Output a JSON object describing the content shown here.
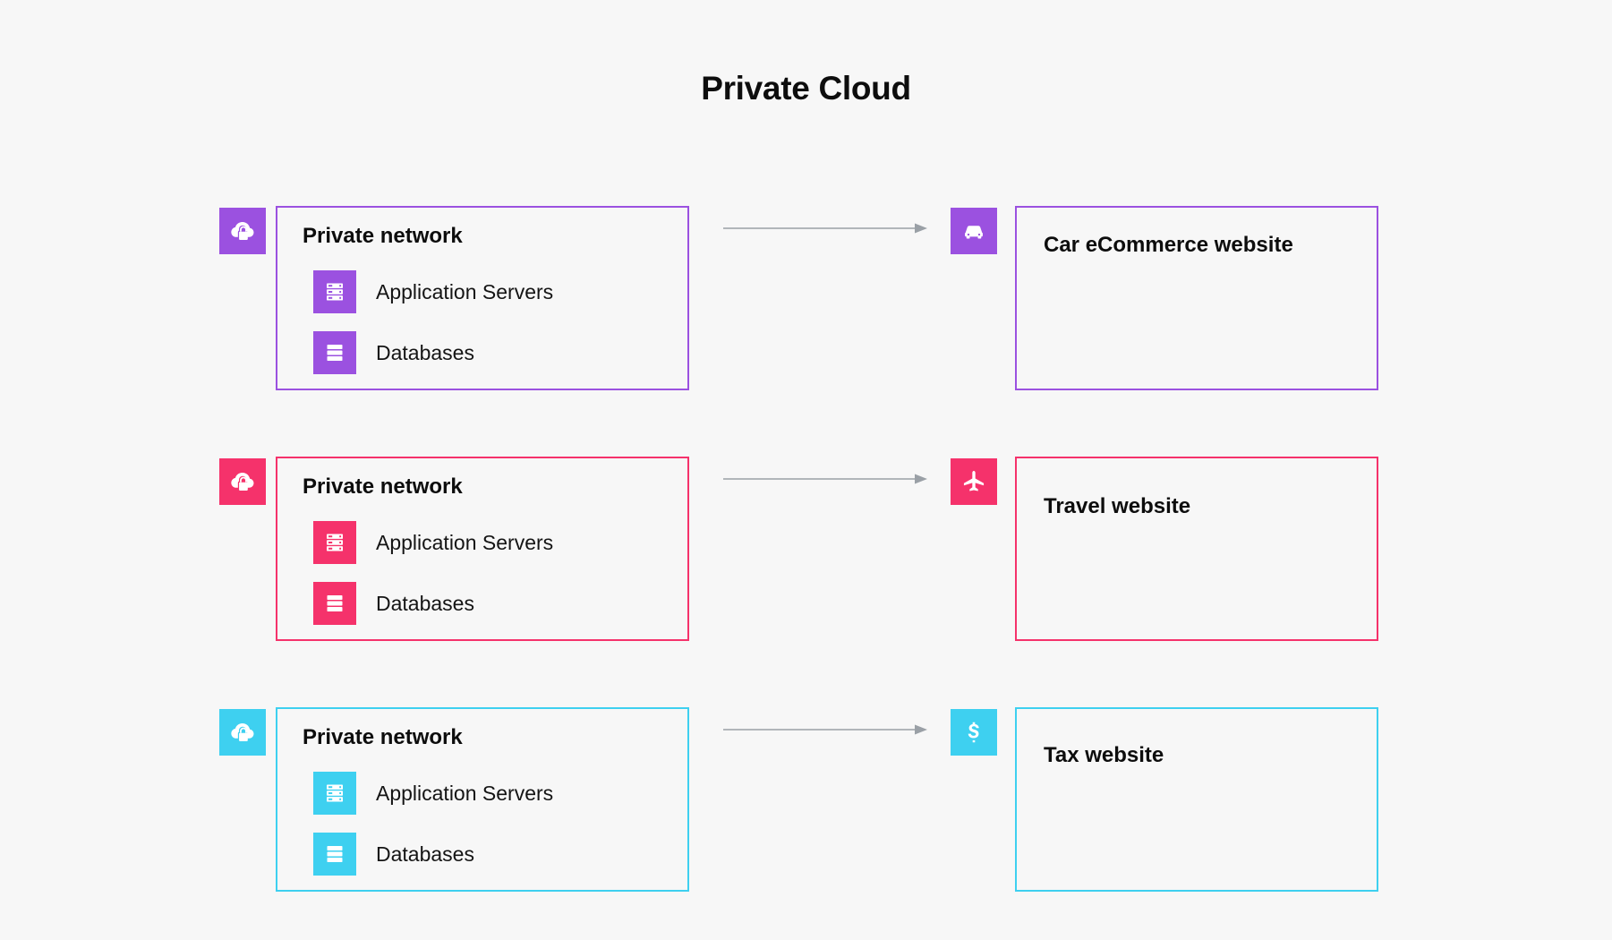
{
  "title": "Private Cloud",
  "background_color": "#f7f7f7",
  "arrow": {
    "color": "#9aa0a6",
    "icon": "arrow-right-icon"
  },
  "rows": [
    {
      "color": "#9b51e0",
      "network": {
        "title": "Private network",
        "badge_icon": "cloud-lock-icon",
        "items": [
          {
            "label": "Application Servers",
            "icon": "server-rack-icon"
          },
          {
            "label": "Databases",
            "icon": "database-stack-icon"
          }
        ]
      },
      "site": {
        "title": "Car eCommerce website",
        "badge_icon": "car-icon"
      }
    },
    {
      "color": "#f5326b",
      "network": {
        "title": "Private network",
        "badge_icon": "cloud-lock-icon",
        "items": [
          {
            "label": "Application Servers",
            "icon": "server-rack-icon"
          },
          {
            "label": "Databases",
            "icon": "database-stack-icon"
          }
        ]
      },
      "site": {
        "title": "Travel website",
        "badge_icon": "airplane-icon"
      }
    },
    {
      "color": "#3ed0f0",
      "network": {
        "title": "Private network",
        "badge_icon": "cloud-lock-icon",
        "items": [
          {
            "label": "Application Servers",
            "icon": "server-rack-icon"
          },
          {
            "label": "Databases",
            "icon": "database-stack-icon"
          }
        ]
      },
      "site": {
        "title": "Tax website",
        "badge_icon": "dollar-icon"
      }
    }
  ]
}
